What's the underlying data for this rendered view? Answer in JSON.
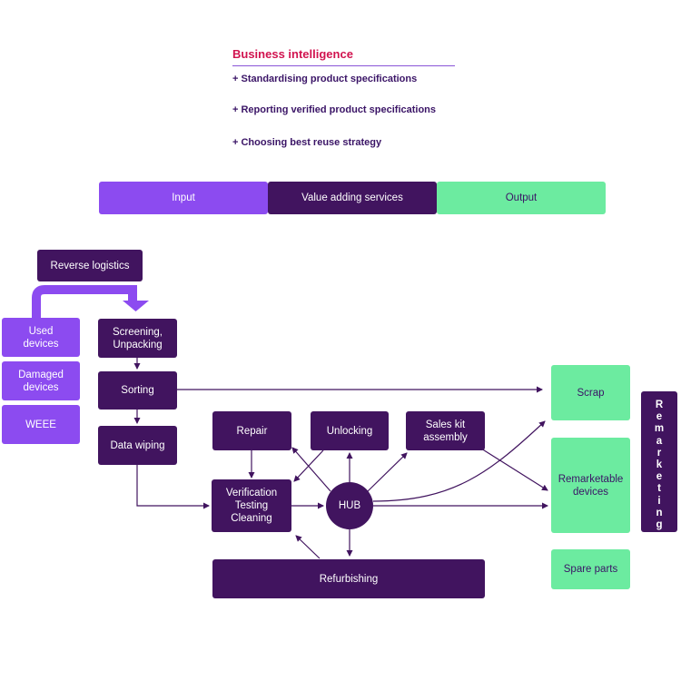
{
  "business_intelligence": {
    "title": "Business intelligence",
    "items": [
      "+ Standardising product specifications",
      "+ Reporting verified product specifications",
      "+ Choosing best reuse strategy"
    ]
  },
  "phases": {
    "input": "Input",
    "value_adding": "Value adding services",
    "output": "Output"
  },
  "inputs": {
    "reverse_logistics": "Reverse logistics",
    "used_devices": "Used\ndevices",
    "damaged_devices": "Damaged\ndevices",
    "weee": "WEEE"
  },
  "process": {
    "screening": "Screening,\nUnpacking",
    "sorting": "Sorting",
    "data_wiping": "Data wiping",
    "repair": "Repair",
    "unlocking": "Unlocking",
    "sales_kit": "Sales kit\nassembly",
    "verification": "Verification\nTesting\nCleaning",
    "hub": "HUB",
    "refurbishing": "Refurbishing"
  },
  "outputs": {
    "scrap": "Scrap",
    "remarketable": "Remarketable\ndevices",
    "spare_parts": "Spare parts",
    "remarketing": "Remarketing"
  },
  "colors": {
    "dark_purple": "#41145f",
    "light_purple": "#8c4bf0",
    "green": "#6ceba0",
    "accent_red": "#d1134f"
  }
}
